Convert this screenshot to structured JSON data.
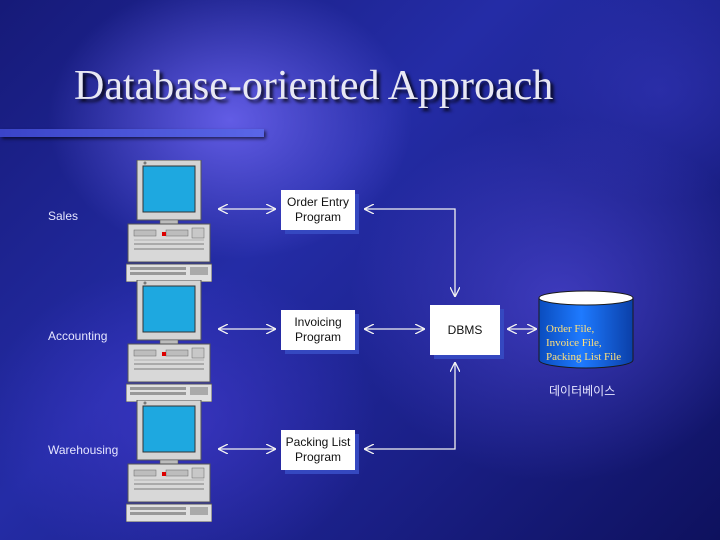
{
  "slide": {
    "title": "Database-oriented Approach"
  },
  "departments": [
    "Sales",
    "Accounting",
    "Warehousing"
  ],
  "programs": [
    {
      "line1": "Order Entry",
      "line2": "Program"
    },
    {
      "line1": "Invoicing",
      "line2": "Program"
    },
    {
      "line1": "Packing List",
      "line2": "Program"
    }
  ],
  "dbms": {
    "label": "DBMS"
  },
  "database": {
    "files": [
      "Order File,",
      "Invoice File,",
      "Packing List File"
    ],
    "caption": "데이터베이스"
  },
  "colors": {
    "background": "#242ca6",
    "box_shadow": "#3548c0",
    "db_text": "#ffe07a",
    "monitor_screen": "#1ea8e0"
  },
  "icons": [
    "computer-icon",
    "database-cylinder-icon",
    "double-arrow-icon"
  ]
}
